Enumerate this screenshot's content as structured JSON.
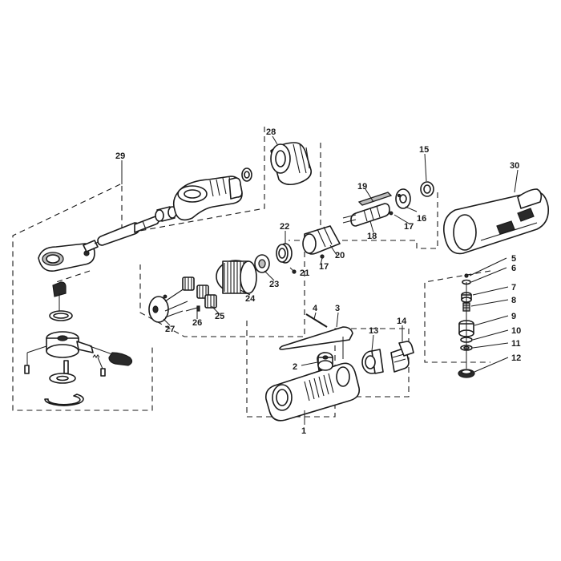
{
  "colors": {
    "ink": "#1a1a1a",
    "paper": "#ffffff",
    "shade": "#bdbdbd"
  },
  "callouts": [
    "1",
    "2",
    "3",
    "4",
    "5",
    "6",
    "7",
    "8",
    "9",
    "10",
    "11",
    "12",
    "13",
    "14",
    "15",
    "16",
    "17",
    "17",
    "18",
    "19",
    "20",
    "21",
    "22",
    "23",
    "24",
    "25",
    "26",
    "27",
    "28",
    "29",
    "30"
  ],
  "groups": {
    "ratchet_head": [
      "29"
    ],
    "gear_train": [
      "21",
      "22",
      "23",
      "24",
      "25",
      "26",
      "27",
      "28"
    ],
    "motor": [
      "15",
      "16",
      "17",
      "18",
      "19",
      "20"
    ],
    "valve_stack": [
      "5",
      "6",
      "7",
      "8",
      "9",
      "10",
      "11",
      "12"
    ],
    "housing": [
      "1",
      "2",
      "3",
      "4",
      "13",
      "14"
    ],
    "boot": [
      "30"
    ]
  }
}
